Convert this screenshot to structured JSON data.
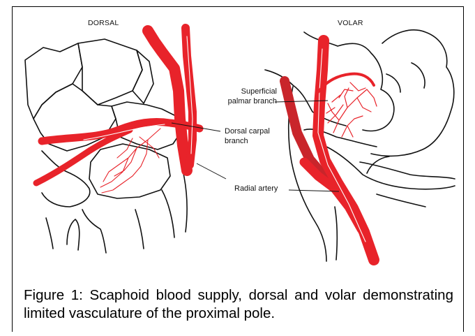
{
  "figure": {
    "views": {
      "dorsal": "DORSAL",
      "volar": "VOLAR"
    },
    "labels": {
      "superficial_palmar_branch": [
        "Superficial",
        "palmar branch"
      ],
      "dorsal_carpal_branch": [
        "Dorsal carpal",
        "branch"
      ],
      "radial_artery": "Radial artery"
    },
    "caption": "Figure 1: Scaphoid blood supply, dorsal and volar demonstrating limited vasculature of the proximal pole.",
    "colors": {
      "artery": "#e8232a",
      "artery_dark": "#c9252b",
      "outline": "#111111"
    }
  }
}
